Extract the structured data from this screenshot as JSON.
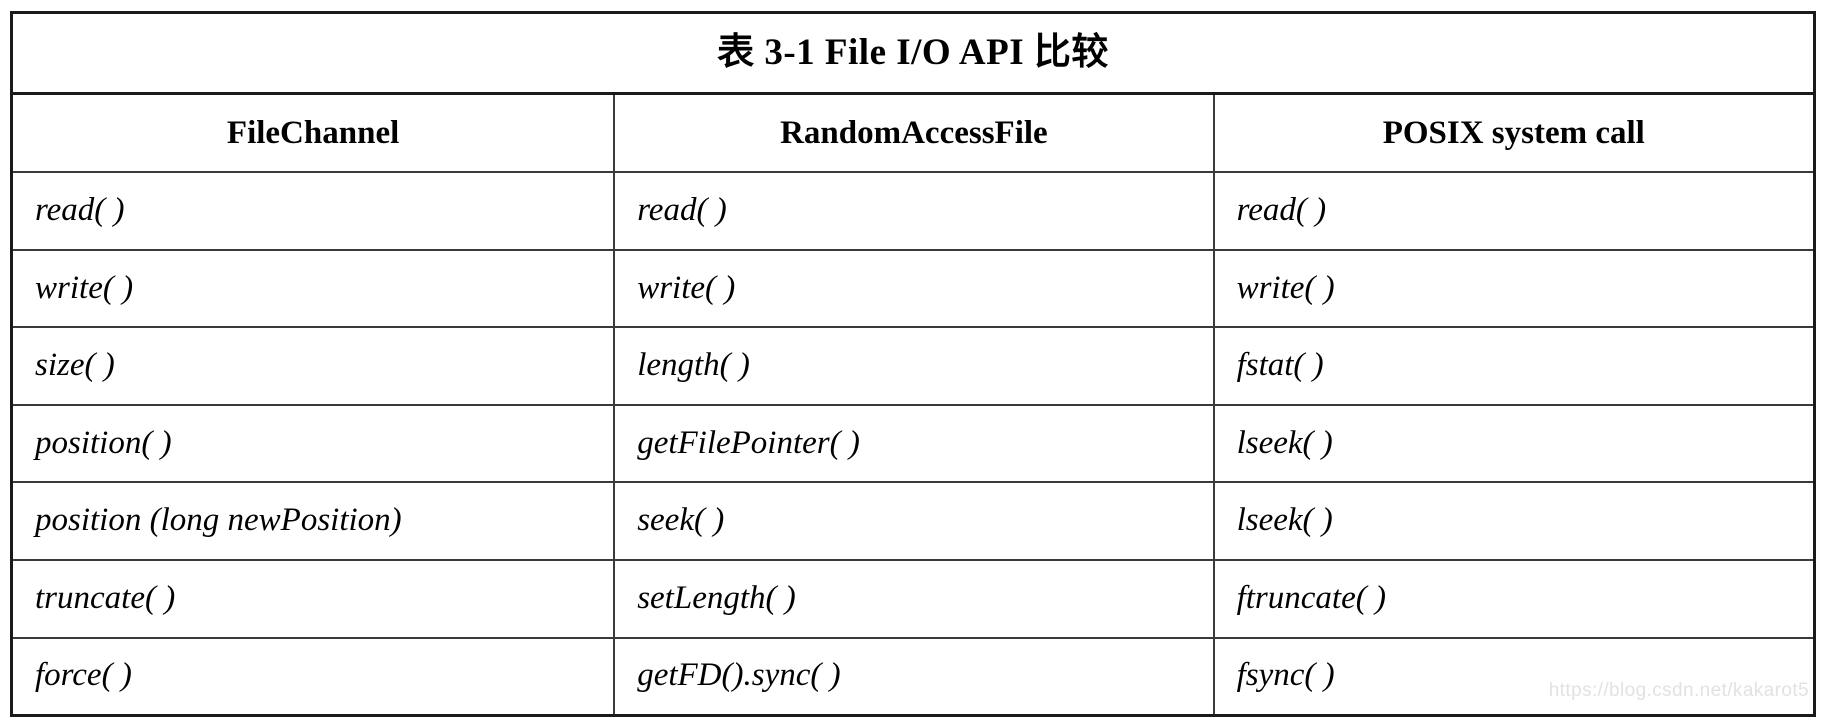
{
  "document": {
    "table": {
      "title": "表 3-1 File I/O API 比较",
      "columns": [
        "FileChannel",
        "RandomAccessFile",
        "POSIX system call"
      ],
      "rows": [
        [
          "read( )",
          "read( )",
          "read( )"
        ],
        [
          "write( )",
          "write( )",
          "write( )"
        ],
        [
          "size( )",
          "length( )",
          "fstat( )"
        ],
        [
          "position( )",
          "getFilePointer( )",
          "lseek( )"
        ],
        [
          "position (long newPosition)",
          "seek( )",
          "lseek( )"
        ],
        [
          "truncate( )",
          "setLength( )",
          "ftruncate( )"
        ],
        [
          "force( )",
          "getFD().sync( )",
          "fsync( )"
        ]
      ]
    },
    "watermark": "https://blog.csdn.net/kakarot5",
    "colors": {
      "border": "#1a1a1a",
      "inner_border": "#3a3a3a",
      "text": "#000000",
      "background": "#ffffff",
      "watermark": "#e2e2e2"
    }
  }
}
